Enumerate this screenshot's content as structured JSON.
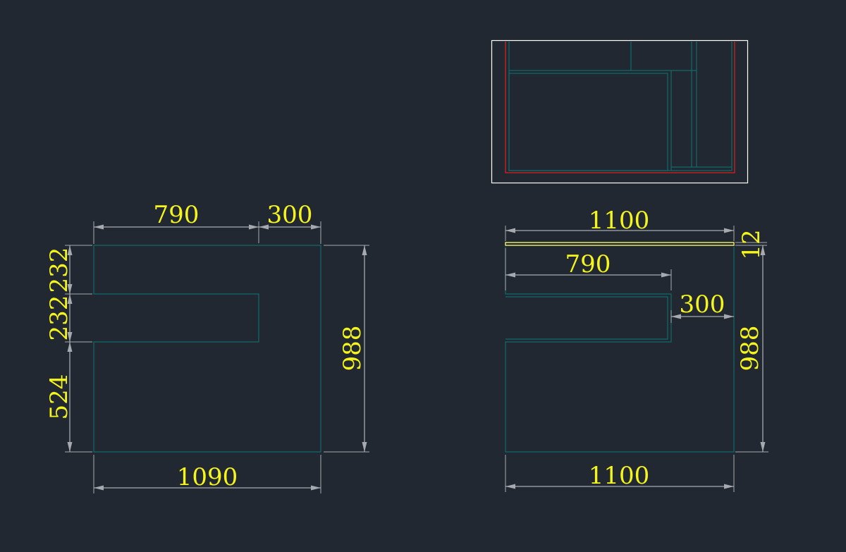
{
  "colors": {
    "background": "#222831",
    "dimension_text": "#f5f51c",
    "dimension_line": "#a6aab0",
    "geometry": "#0f6b6b",
    "cut_line": "#c0201f",
    "frame": "#ffffff",
    "top_panel": "#e6e66a"
  },
  "left_view": {
    "top_width_a": "790",
    "top_width_b": "300",
    "side_top": "232",
    "side_mid": "232",
    "side_bottom": "524",
    "height": "988",
    "bottom_width": "1090"
  },
  "right_view": {
    "overall_width_top": "1100",
    "panel_thickness": "12",
    "inner_width": "790",
    "notch_width": "300",
    "height": "988",
    "bottom_width": "1100"
  }
}
